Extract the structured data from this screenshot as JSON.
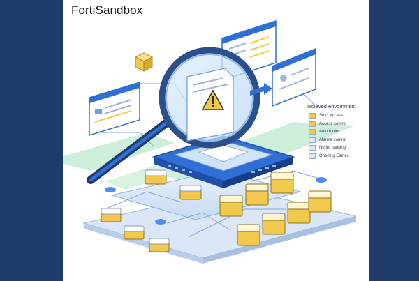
{
  "header": {
    "title": "FortiSandbox"
  },
  "legend": {
    "title": "Isolaved envornment",
    "items": [
      {
        "label": "Strict access",
        "color": "#f2c94c"
      },
      {
        "label": "Access control",
        "color": "#f2c94c"
      },
      {
        "label": "Auto tooter",
        "color": "#f2c94c"
      },
      {
        "label": "Alarme control",
        "color": "#dbe7f6"
      },
      {
        "label": "Netfro isalsing",
        "color": "#dbe7f6"
      },
      {
        "label": "Onerling Eaines",
        "color": "#dbe7f6"
      }
    ]
  },
  "colors": {
    "brand_navy": "#1f3b6b",
    "accent_blue": "#2f6fd6",
    "warning_yellow": "#f2c94c",
    "watermark_green": "#6fcf97"
  },
  "icons": {
    "magnifier": "magnifier-icon",
    "warning": "warning-icon",
    "cube": "cube-icon"
  }
}
